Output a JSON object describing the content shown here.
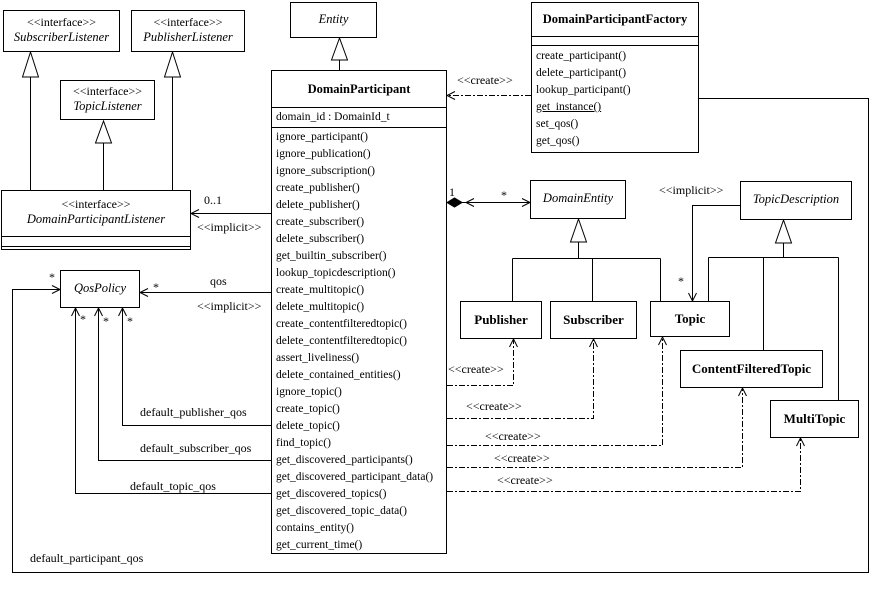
{
  "labels": {
    "interface": "<<interface>>",
    "create": "<<create>>",
    "implicit": "<<implicit>>",
    "qos": "qos",
    "zero_one": "0..1",
    "one": "1",
    "many": "*",
    "default_publisher_qos": "default_publisher_qos",
    "default_subscriber_qos": "default_subscriber_qos",
    "default_topic_qos": "default_topic_qos",
    "default_participant_qos": "default_participant_qos"
  },
  "classes": {
    "subscriber_listener": {
      "name": "SubscriberListener"
    },
    "publisher_listener": {
      "name": "PublisherListener"
    },
    "topic_listener": {
      "name": "TopicListener"
    },
    "domain_participant_listener": {
      "name": "DomainParticipantListener"
    },
    "entity": {
      "name": "Entity"
    },
    "qos_policy": {
      "name": "QosPolicy"
    },
    "domain_entity": {
      "name": "DomainEntity"
    },
    "topic_description": {
      "name": "TopicDescription"
    },
    "publisher": {
      "name": "Publisher"
    },
    "subscriber": {
      "name": "Subscriber"
    },
    "topic": {
      "name": "Topic"
    },
    "content_filtered_topic": {
      "name": "ContentFilteredTopic"
    },
    "multi_topic": {
      "name": "MultiTopic"
    },
    "domain_participant_factory": {
      "name": "DomainParticipantFactory",
      "methods": [
        "create_participant()",
        "delete_participant()",
        "lookup_participant()",
        "get_instance()",
        "set_qos()",
        "get_qos()"
      ]
    },
    "domain_participant": {
      "name": "DomainParticipant",
      "attributes": [
        "domain_id : DomainId_t"
      ],
      "methods": [
        "ignore_participant()",
        "ignore_publication()",
        "ignore_subscription()",
        "create_publisher()",
        "delete_publisher()",
        "create_subscriber()",
        "delete_subscriber()",
        "get_builtin_subscriber()",
        "lookup_topicdescription()",
        "create_multitopic()",
        "delete_multitopic()",
        "create_contentfilteredtopic()",
        "delete_contentfilteredtopic()",
        "assert_liveliness()",
        "delete_contained_entities()",
        "ignore_topic()",
        "create_topic()",
        "delete_topic()",
        "find_topic()",
        "get_discovered_participants()",
        "get_discovered_participant_data()",
        "get_discovered_topics()",
        "get_discovered_topic_data()",
        "contains_entity()",
        "get_current_time()"
      ]
    }
  }
}
